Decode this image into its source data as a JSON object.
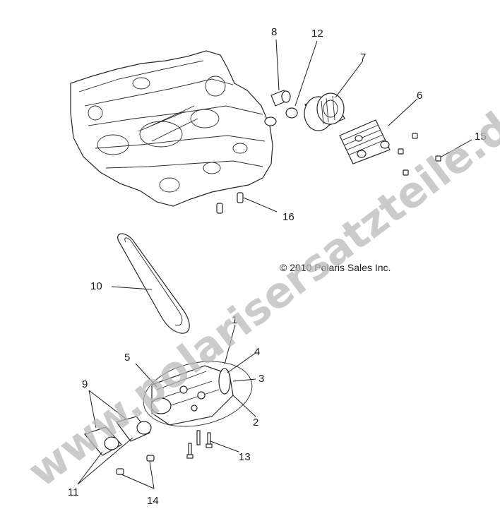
{
  "copyright": "© 2010 Polaris Sales Inc.",
  "watermark": "www.polarisersatzteile.de",
  "callouts": [
    "1",
    "2",
    "3",
    "4",
    "5",
    "6",
    "7",
    "8",
    "9",
    "10",
    "11",
    "12",
    "13",
    "14",
    "15",
    "16"
  ]
}
